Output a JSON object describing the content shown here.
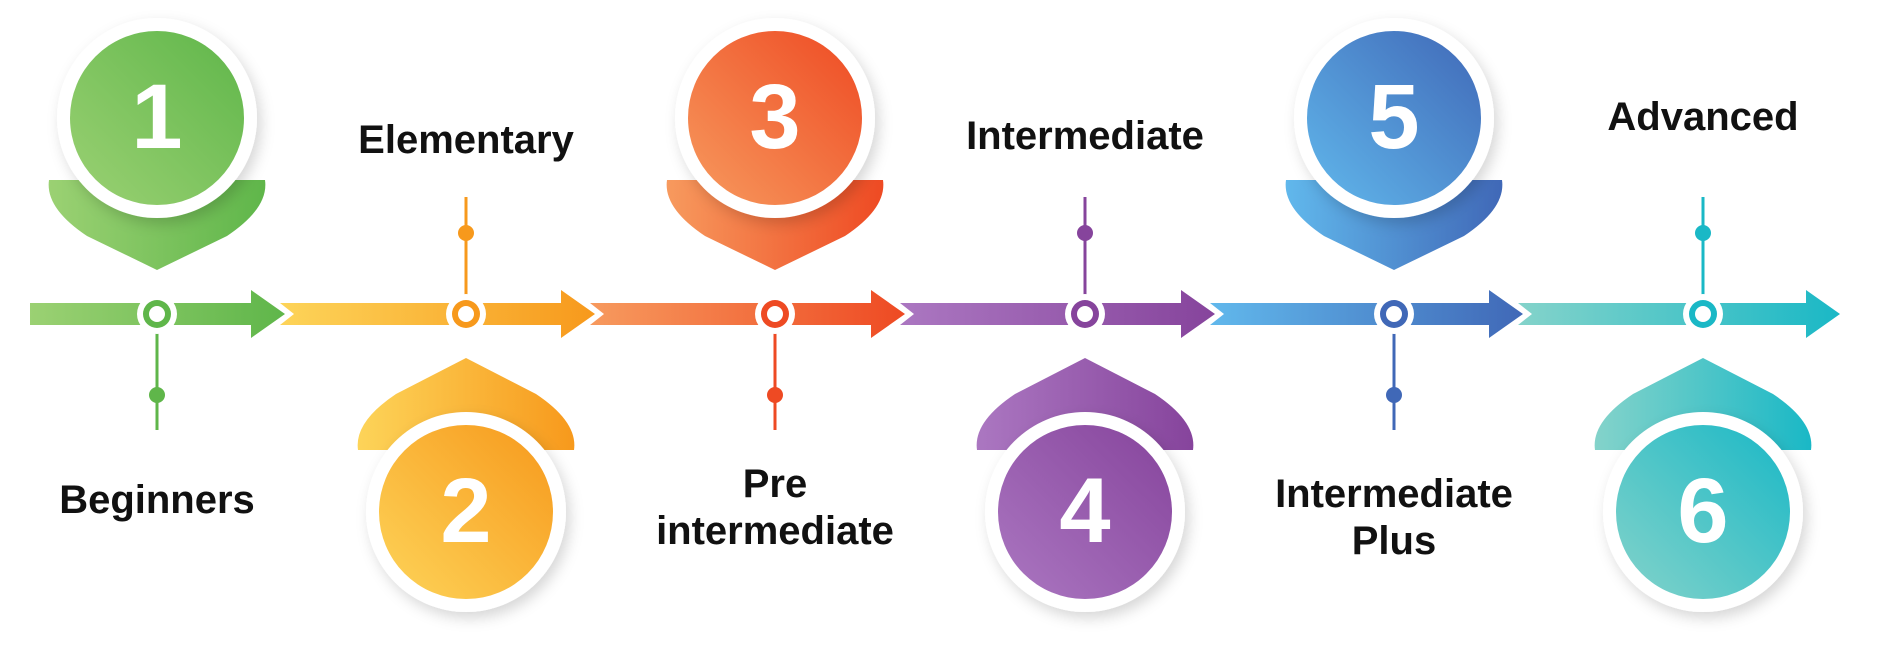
{
  "steps": [
    {
      "number": "1",
      "label_lines": [
        "Beginners"
      ],
      "colors": [
        "#9bd173",
        "#5fb64a"
      ]
    },
    {
      "number": "2",
      "label_lines": [
        "Elementary"
      ],
      "colors": [
        "#fdd459",
        "#f7991c"
      ]
    },
    {
      "number": "3",
      "label_lines": [
        "Pre",
        "intermediate"
      ],
      "colors": [
        "#f79a5e",
        "#ee4a23"
      ]
    },
    {
      "number": "4",
      "label_lines": [
        "Intermediate"
      ],
      "colors": [
        "#ab77c1",
        "#86449c"
      ]
    },
    {
      "number": "5",
      "label_lines": [
        "Intermediate",
        "Plus"
      ],
      "colors": [
        "#61b8ec",
        "#4068b7"
      ]
    },
    {
      "number": "6",
      "label_lines": [
        "Advanced"
      ],
      "colors": [
        "#84d3ca",
        "#1ab8c6"
      ]
    }
  ]
}
